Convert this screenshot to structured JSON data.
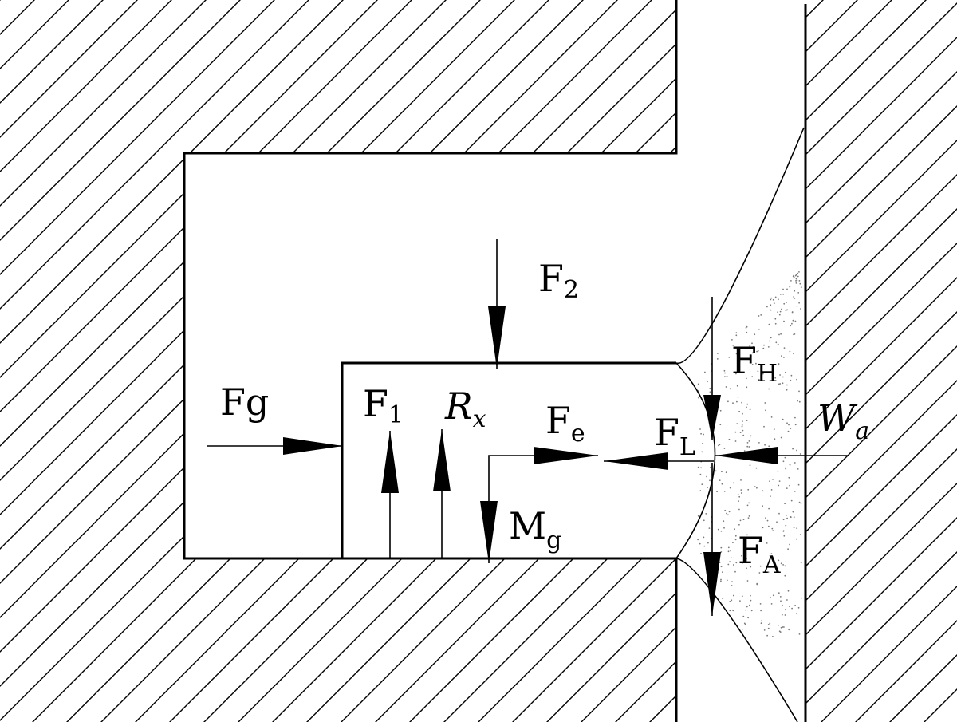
{
  "diagram": {
    "labels": {
      "Fg": "Fg",
      "F1_base": "F",
      "F1_sub": "1",
      "Rx_base": "R",
      "Rx_sub": "x",
      "F2_base": "F",
      "F2_sub": "2",
      "Fe_base": "F",
      "Fe_sub": "e",
      "FL_base": "F",
      "FL_sub": "L",
      "FH_base": "F",
      "FH_sub": "H",
      "FA_base": "F",
      "FA_sub": "A",
      "Mg_base": "M",
      "Mg_sub": "g",
      "Wa_base": "W",
      "Wa_sub": "a"
    },
    "colors": {
      "stroke": "#000000",
      "hatch": "#000000",
      "fluid_dots": "#7a7a7a",
      "background": "#ffffff"
    }
  }
}
